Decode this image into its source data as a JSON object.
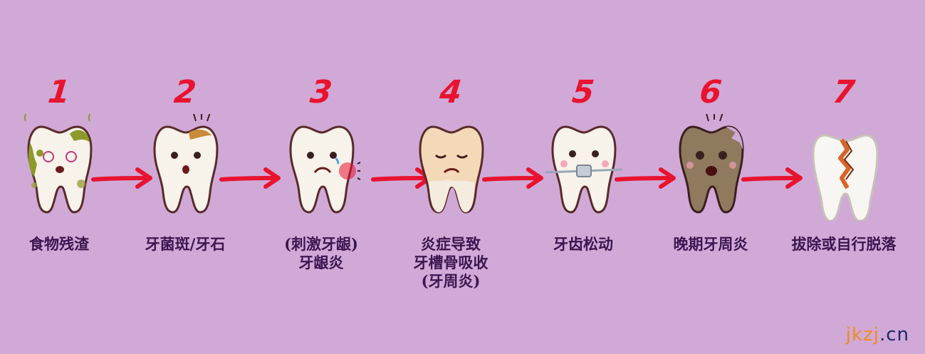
{
  "colors": {
    "background": "#d0a9d7",
    "number": "#e8132f",
    "arrow": "#e8132f",
    "label": "#3b1650"
  },
  "steps": [
    {
      "number": "1",
      "label_lines": [
        "食物残渣"
      ],
      "icon": "tooth-with-food-debris-icon"
    },
    {
      "number": "2",
      "label_lines": [
        "牙菌斑/牙石"
      ],
      "icon": "tooth-with-plaque-icon"
    },
    {
      "number": "3",
      "label_lines": [
        "(刺激牙龈)",
        "牙龈炎"
      ],
      "icon": "tooth-with-gingivitis-icon"
    },
    {
      "number": "4",
      "label_lines": [
        "炎症导致",
        "牙槽骨吸收",
        "(牙周炎)"
      ],
      "icon": "tooth-bone-resorption-icon"
    },
    {
      "number": "5",
      "label_lines": [
        "牙齿松动"
      ],
      "icon": "tooth-with-brace-icon"
    },
    {
      "number": "6",
      "label_lines": [
        "晚期牙周炎"
      ],
      "icon": "decayed-tooth-icon"
    },
    {
      "number": "7",
      "label_lines": [
        "拔除或自行脱落"
      ],
      "icon": "cracked-tooth-icon"
    }
  ],
  "watermark": {
    "part1": "jkzj",
    "part2": ".cn"
  }
}
